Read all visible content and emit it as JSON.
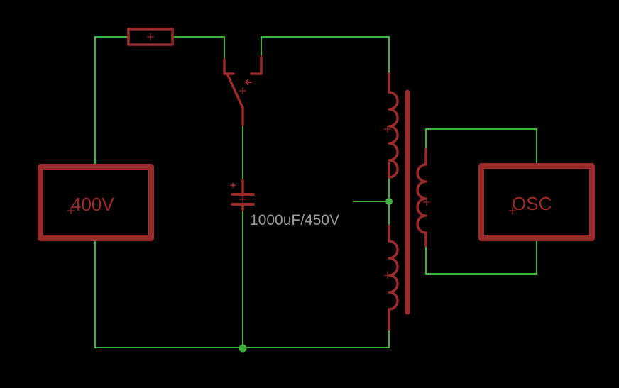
{
  "source": {
    "label": "400V"
  },
  "capacitor": {
    "value_label": "1000uF/450V",
    "polarity_symbol": "+"
  },
  "oscilloscope": {
    "label": "OSC"
  },
  "colors": {
    "background": "#000000",
    "wire": "#3db33d",
    "component": "#9b2a2a",
    "value_text": "#9a9a9a"
  }
}
